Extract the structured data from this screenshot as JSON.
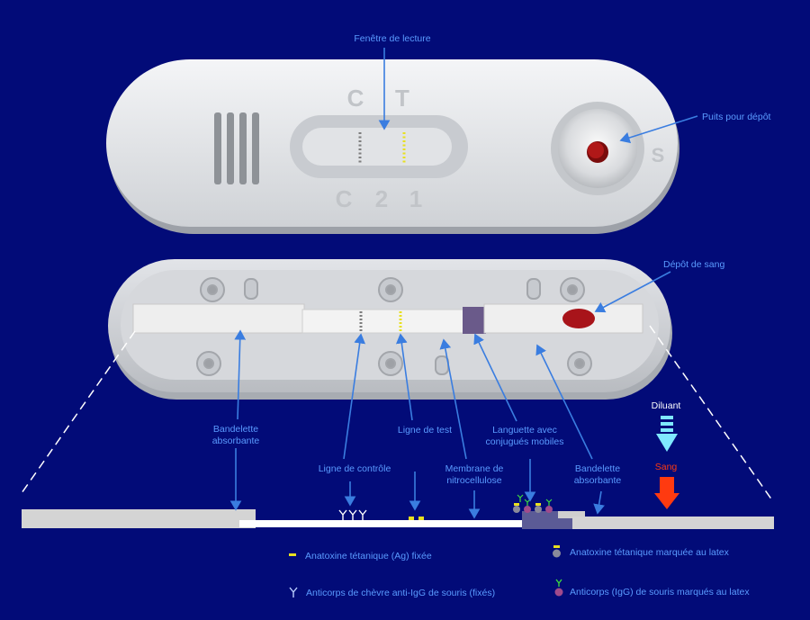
{
  "colors": {
    "background": "#020b78",
    "label": "#5a9bff",
    "arrow": "#3a7de0",
    "device": "#e9ebee",
    "blood": "#b01818",
    "diluant": "#7fe8ff",
    "sang_arrow": "#ff3a10",
    "test_line": "#e8e020",
    "control_line": "#808080"
  },
  "device_top": {
    "markings": {
      "c": "C",
      "t": "T",
      "c2": "C",
      "two": "2",
      "one": "1",
      "s": "S"
    }
  },
  "labels": {
    "fenetre": "Fenêtre de lecture",
    "puits": "Puits pour dépôt",
    "depot": "Dépôt de sang",
    "bandelette_left_1": "Bandelette",
    "bandelette_left_2": "absorbante",
    "ligne_test": "Ligne de test",
    "languette_1": "Languette avec",
    "languette_2": "conjugués mobiles",
    "ligne_controle": "Ligne de contrôle",
    "membrane_1": "Membrane de",
    "membrane_2": "nitrocellulose",
    "bandelette_right_1": "Bandelette",
    "bandelette_right_2": "absorbante",
    "diluant": "Diluant",
    "sang": "Sang"
  },
  "legend": {
    "antigen_fixed": "Anatoxine tétanique (Ag) fixée",
    "goat_antibody": "Anticorps  de chèvre anti-IgG de souris (fixés)",
    "antigen_latex": "Anatoxine tétanique marquée au latex",
    "mouse_antibody": "Anticorps (IgG) de souris marqués au latex"
  }
}
